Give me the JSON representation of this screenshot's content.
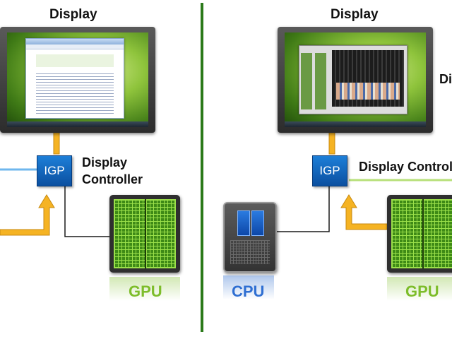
{
  "left": {
    "display_label": "Display",
    "igp_label": "IGP",
    "controller_line1": "Display",
    "controller_line2": "Controller",
    "gpu_label": "GPU"
  },
  "right": {
    "display_label": "Display",
    "igp_label": "IGP",
    "controller_label": "Display Controller",
    "cpu_label": "CPU",
    "gpu_label": "GPU",
    "cut_label": "Di"
  },
  "colors": {
    "arrow": "#f5b323",
    "divider": "#2b7a1a",
    "igp": "#1565c0",
    "gpu_grid": "#6ccf2a"
  }
}
